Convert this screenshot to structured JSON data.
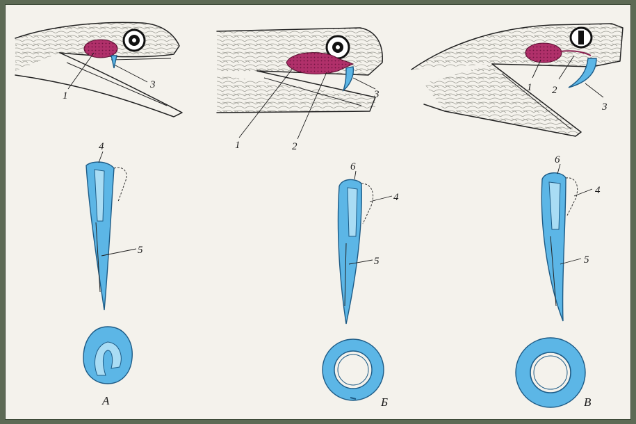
{
  "figure": {
    "background": "#f4f2ec",
    "frame_color": "#5d6a55",
    "gland_color": "#b0306a",
    "tooth_color": "#5cb6e6",
    "panels": [
      {
        "letter": "А",
        "labels": {
          "one": "1",
          "three": "3",
          "four": "4",
          "five": "5"
        }
      },
      {
        "letter": "Б",
        "labels": {
          "one": "1",
          "two": "2",
          "three": "3",
          "six": "6",
          "four": "4",
          "five": "5"
        }
      },
      {
        "letter": "В",
        "labels": {
          "one": "1",
          "two": "2",
          "three": "3",
          "six": "6",
          "four": "4",
          "five": "5"
        }
      }
    ]
  }
}
